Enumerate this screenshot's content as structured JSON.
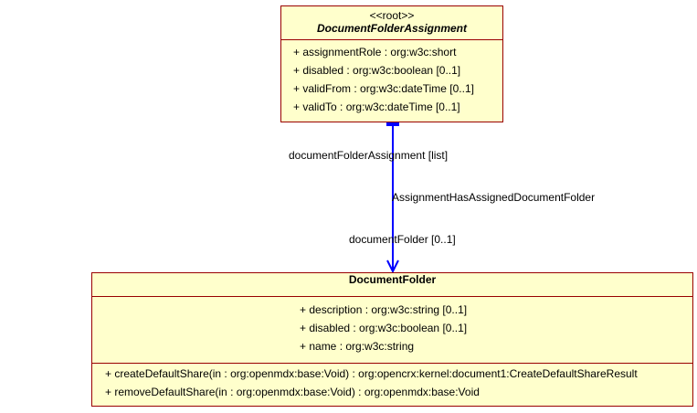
{
  "classes": {
    "assignment": {
      "stereotype": "<<root>>",
      "name": "DocumentFolderAssignment",
      "attributes": [
        "+ assignmentRole : org:w3c:short",
        "+ disabled : org:w3c:boolean [0..1]",
        "+ validFrom : org:w3c:dateTime [0..1]",
        "+ validTo : org:w3c:dateTime [0..1]"
      ]
    },
    "folder": {
      "name": "DocumentFolder",
      "attributes": [
        "+ description : org:w3c:string [0..1]",
        "+ disabled : org:w3c:boolean [0..1]",
        "+ name : org:w3c:string"
      ],
      "operations": [
        "+ createDefaultShare(in : org:openmdx:base:Void) : org:opencrx:kernel:document1:CreateDefaultShareResult",
        "+ removeDefaultShare(in : org:openmdx:base:Void) : org:openmdx:base:Void"
      ]
    }
  },
  "association": {
    "name": "AssignmentHasAssignedDocumentFolder",
    "source_role": "documentFolderAssignment [list]",
    "target_role": "documentFolder [0..1]",
    "color": "#0000ff"
  },
  "colors": {
    "class_fill": "#ffffcc",
    "class_border": "#990000"
  }
}
